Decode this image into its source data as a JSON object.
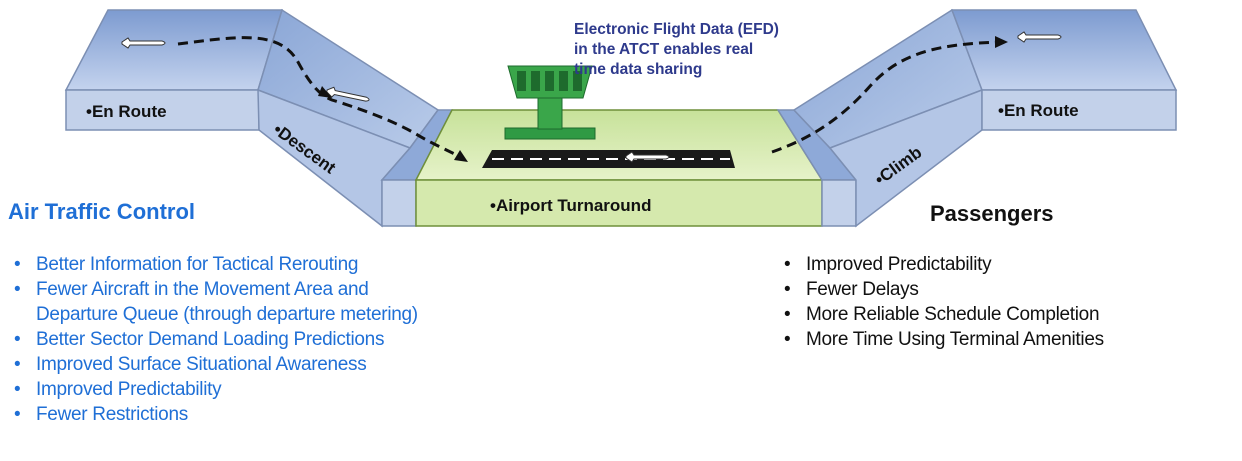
{
  "diagram": {
    "segments": {
      "en_route_left": "•En Route",
      "descent": "•Descent",
      "airport_turnaround": "•Airport Turnaround",
      "climb": "•Climb",
      "en_route_right": "•En Route"
    },
    "efd_note": [
      "Electronic Flight Data (EFD)",
      "in the ATCT enables real",
      "time data sharing"
    ],
    "colors": {
      "corridor_blue": "#9fb6dd",
      "corridor_face": "#bccbe6",
      "airport_green": "#d9ecb2",
      "tower_green": "#3aa64a",
      "atc_text_blue": "#1f6fd6",
      "efd_text_navy": "#2e3a8c"
    }
  },
  "atc": {
    "heading": "Air Traffic Control",
    "items": [
      "Better Information for Tactical Rerouting",
      "Fewer Aircraft in the Movement Area and",
      "Departure Queue (through departure metering)",
      "Better Sector Demand Loading Predictions",
      "Improved Surface Situational Awareness",
      "Improved Predictability",
      "Fewer Restrictions"
    ]
  },
  "passengers": {
    "heading": "Passengers",
    "items": [
      "Improved Predictability",
      "Fewer Delays",
      "More Reliable Schedule Completion",
      "More Time Using Terminal Amenities"
    ]
  }
}
